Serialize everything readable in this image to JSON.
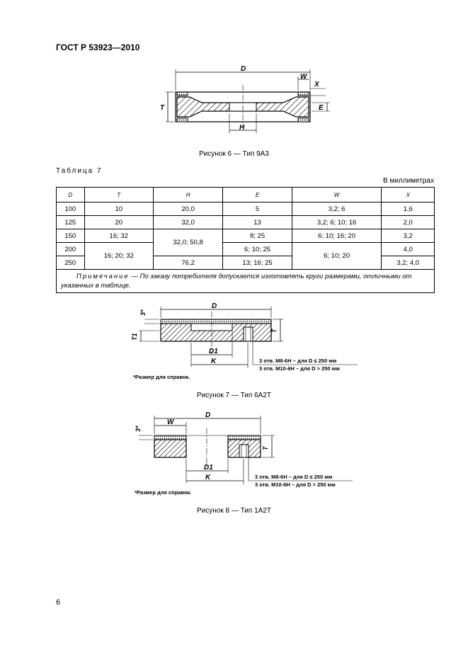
{
  "header": "ГОСТ Р 53923—2010",
  "figure6": {
    "caption": "Рисунок 6 — Тип 9А3",
    "labels": {
      "D": "D",
      "W": "W",
      "X": "X",
      "T": "T",
      "E": "E",
      "H": "H"
    }
  },
  "table7": {
    "title": "Таблица 7",
    "units": "В миллиметрах",
    "columns": [
      "D",
      "T",
      "H",
      "E",
      "W",
      "X"
    ],
    "rows": [
      {
        "D": "100",
        "T": "10",
        "H": "20,0",
        "E": "5",
        "W": "3,2; 6",
        "X": "1,6"
      },
      {
        "D": "125",
        "T": "20",
        "H": "32,0",
        "E": "13",
        "W": "3,2; 6; 10; 16",
        "X": "2,0"
      },
      {
        "D": "150",
        "T": "16; 32",
        "H": "32,0; 50,8",
        "E": "8; 25",
        "W": "6; 10; 16; 20",
        "X": "3,2"
      },
      {
        "D": "200",
        "T": "16; 20; 32",
        "H": "",
        "E": "6; 10; 25",
        "W": "6; 10; 20",
        "X": "4,0"
      },
      {
        "D": "250",
        "T": "",
        "H": "76,2",
        "E": "13; 16; 25",
        "W": "",
        "X": "3,2; 4,0"
      }
    ],
    "note_label": "Примечание",
    "note_text": " — По заказу потребителя допускается изготовлять круги размерами, отличными от указанных в таблице."
  },
  "figure7": {
    "caption": "Рисунок 7 — Тип 6А2Т",
    "labels": {
      "X": "3*",
      "T1": "T1",
      "D": "D",
      "T": "T",
      "D1": "D1",
      "K": "K"
    },
    "callout_1": "3 отв. М8-6Н – для D ≤ 250 мм",
    "callout_2": "3 отв. М10-6Н – для D > 250 мм",
    "footnote": "*Размер для справок."
  },
  "figure8": {
    "caption": "Рисунок 8 — Тип 1А2Т",
    "labels": {
      "X": "3*",
      "W": "W",
      "D": "D",
      "T": "T",
      "D1": "D1",
      "K": "K"
    },
    "callout_1": "3 отв. М8-6Н – для D ≤ 250 мм",
    "callout_2": "3 отв. М10-6Н – для D > 250 мм",
    "footnote": "*Размер для справок."
  },
  "page_number": "6"
}
